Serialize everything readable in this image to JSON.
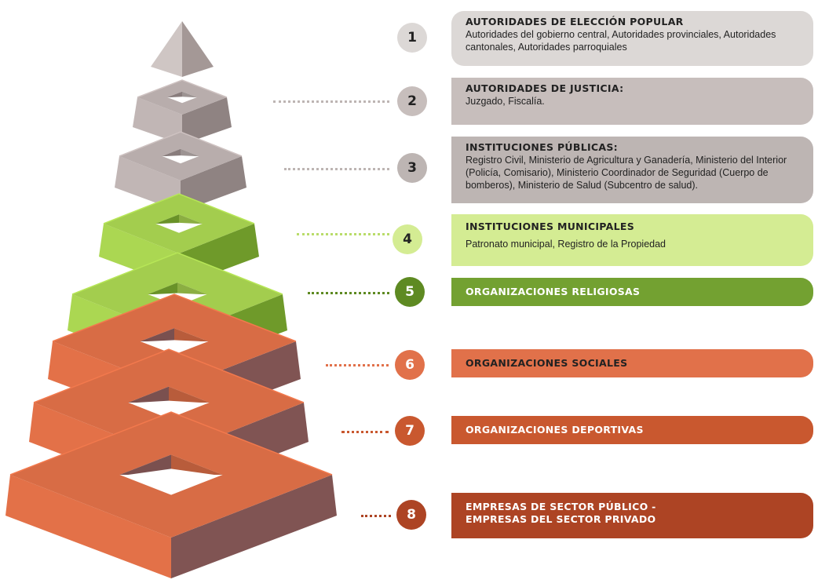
{
  "levels": [
    {
      "number": "1",
      "title": "AUTORIDADES DE ELECCIÓN POPULAR",
      "description": "Autoridades del gobierno central, Autoridades provinciales, Autoridades cantonales, Autoridades parroquiales",
      "color": "#dcd8d6"
    },
    {
      "number": "2",
      "title": "AUTORIDADES DE JUSTICIA:",
      "description": "Juzgado, Fiscalía.",
      "color": "#c7bebc"
    },
    {
      "number": "3",
      "title": "INSTITUCIONES PÚBLICAS:",
      "description": "Registro Civil, Ministerio de Agricultura y Ganadería, Ministerio del Interior (Policía, Comisario), Ministerio Coordinador de Seguridad (Cuerpo de bomberos), Ministerio de Salud (Subcentro de salud).",
      "color": "#bdb5b3"
    },
    {
      "number": "4",
      "title": "INSTITUCIONES MUNICIPALES",
      "description": "Patronato municipal, Registro de la Propiedad",
      "color": "#d4ec93"
    },
    {
      "number": "5",
      "title": "ORGANIZACIONES RELIGIOSAS",
      "description": "",
      "color": "#73a131"
    },
    {
      "number": "6",
      "title": "ORGANIZACIONES SOCIALES",
      "description": "",
      "color": "#e1714a"
    },
    {
      "number": "7",
      "title": "ORGANIZACIONES DEPORTIVAS",
      "description": "",
      "color": "#c9582f"
    },
    {
      "number": "8",
      "title": "EMPRESAS DE SECTOR PÚBLICO - EMPRESAS DEL SECTOR PRIVADO",
      "description": "",
      "color": "#ad4424"
    }
  ],
  "colors": {
    "grey_top": "#b8adac",
    "grey_side": "#8f8382",
    "green_top": "#a3cd4e",
    "green_side": "#6f9a2a",
    "orange_top": "#d86c45",
    "orange_side": "#805453"
  }
}
